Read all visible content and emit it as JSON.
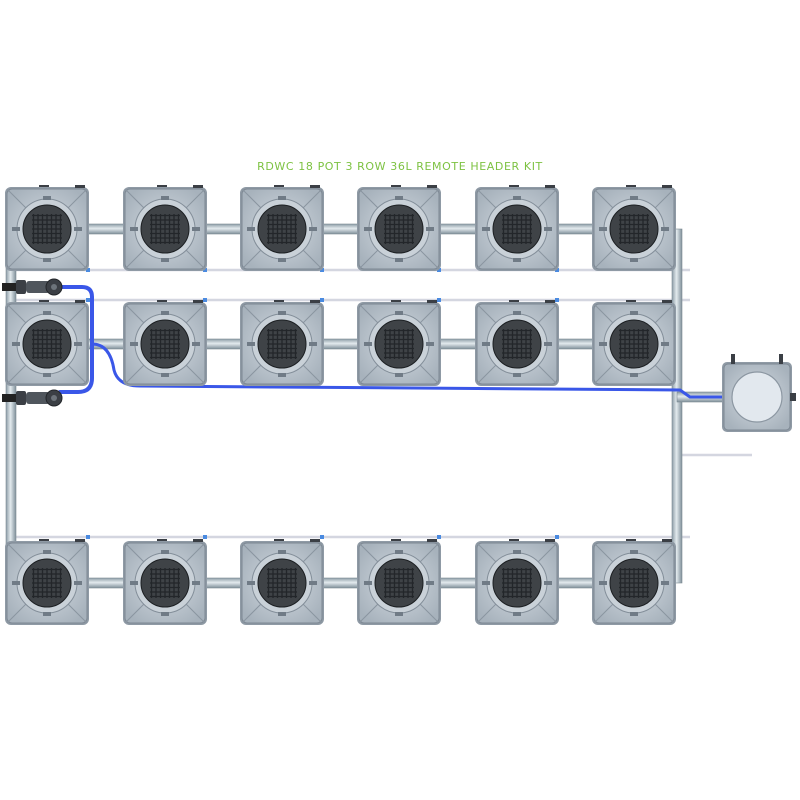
{
  "title": "RDWC 18 POT 3 ROW 36L REMOTE HEADER KIT",
  "colors": {
    "title": "#7dc242",
    "pot_body": "#b9c3cd",
    "pot_rim": "#8f9aa5",
    "basket": "#3f4347",
    "basket_grid": "#23262a",
    "pipe": "#a6b4bd",
    "pipe_highlight": "#dfe7ec",
    "hose": "#3a57e8",
    "connector": "#3b3f45",
    "rail": "#d4d6e0"
  },
  "system": {
    "rows": 3,
    "pots_per_row": 6,
    "pot_icon": "pot-icon",
    "header_icon": "header-tank-icon",
    "pump_connector_icon": "hose-connector-icon"
  }
}
